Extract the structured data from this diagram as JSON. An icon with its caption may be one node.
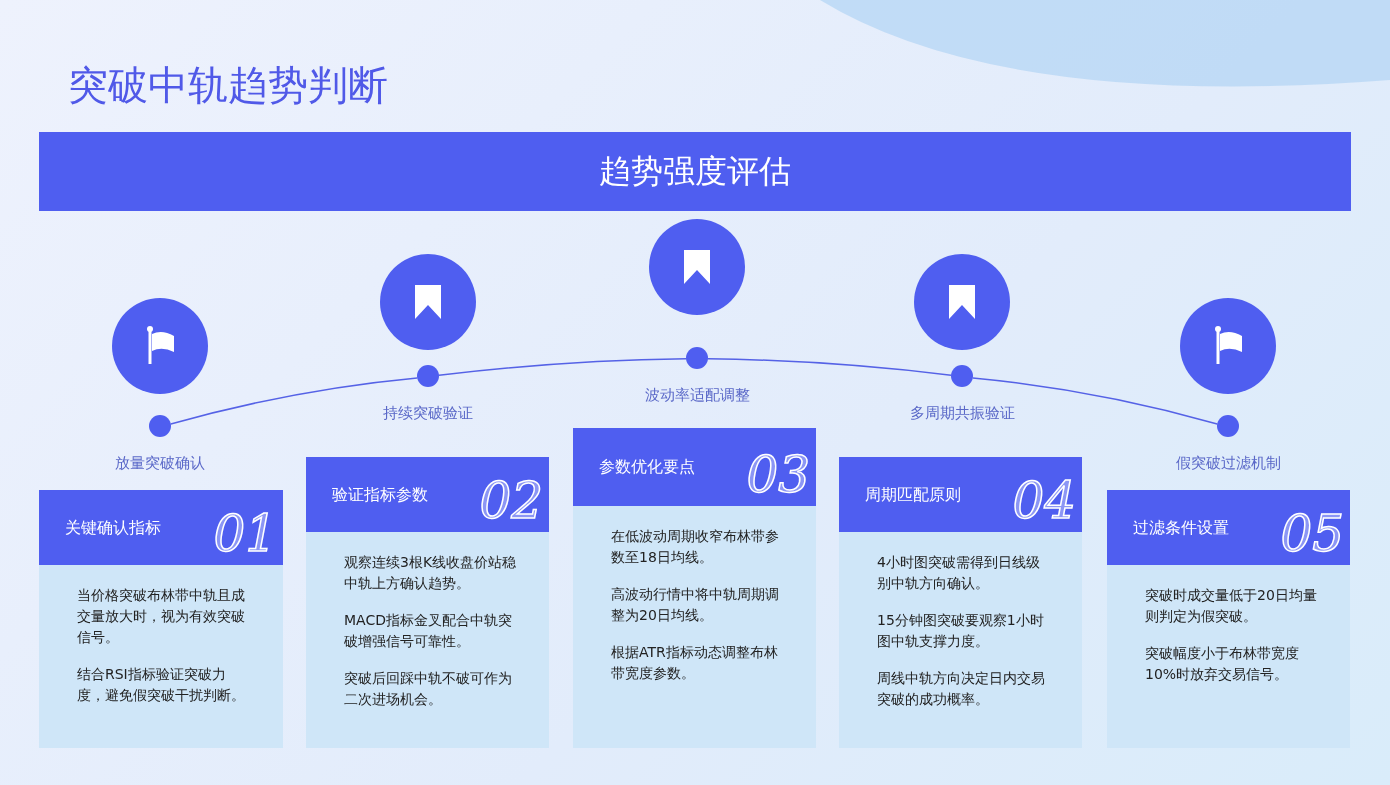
{
  "diagram": {
    "title": "突破中轨趋势判断",
    "nodes": [
      {
        "text": [
          "趋势强度评估"
        ]
      },
      {
        "text": [],
        "shape": "circle",
        "beside": [
          "放量突破确认"
        ]
      },
      {
        "text": [],
        "shape": "circle",
        "beside": [
          "持续突破验证"
        ]
      },
      {
        "text": [],
        "shape": "circle",
        "beside": [
          "波动率适配调整"
        ]
      },
      {
        "text": [],
        "shape": "circle",
        "beside": [
          "多周期共振验证"
        ]
      },
      {
        "text": [],
        "shape": "circle",
        "beside": [
          "假突破过滤机制"
        ]
      },
      {
        "text": [
          "关键确认指标",
          "01",
          "当价格突破布林带中轨且成交量放大时，视为有效突破信号。",
          "结合RSI指标验证突破力度，避免假突破干扰判断。"
        ]
      },
      {
        "text": [
          "验证指标参数",
          "02",
          "观察连续3根K线收盘价站稳中轨上方确认趋势。",
          "MACD指标金叉配合中轨突破增强信号可靠性。",
          "突破后回踩中轨不破可作为二次进场机会。"
        ]
      },
      {
        "text": [
          "参数优化要点",
          "03",
          "在低波动周期收窄布林带参数至18日均线。",
          "高波动行情中将中轨周期调整为20日均线。",
          "根据ATR指标动态调整布林带宽度参数。"
        ]
      },
      {
        "text": [
          "周期匹配原则",
          "04",
          "4小时图突破需得到日线级别中轨方向确认。",
          "15分钟图突破要观察1小时图中轨支撑力度。",
          "周线中轨方向决定日内交易突破的成功概率。"
        ]
      },
      {
        "text": [
          "过滤条件设置",
          "05",
          "突破时成交量低于20日均量则判定为假突破。",
          "突破幅度小于布林带宽度10%时放弃交易信号。"
        ]
      }
    ],
    "edges": [
      {
        "from": 1,
        "to": 2,
        "arrow": "none"
      },
      {
        "from": 2,
        "to": 3,
        "arrow": "none"
      },
      {
        "from": 3,
        "to": 4,
        "arrow": "none"
      },
      {
        "from": 4,
        "to": 5,
        "arrow": "none"
      }
    ]
  }
}
